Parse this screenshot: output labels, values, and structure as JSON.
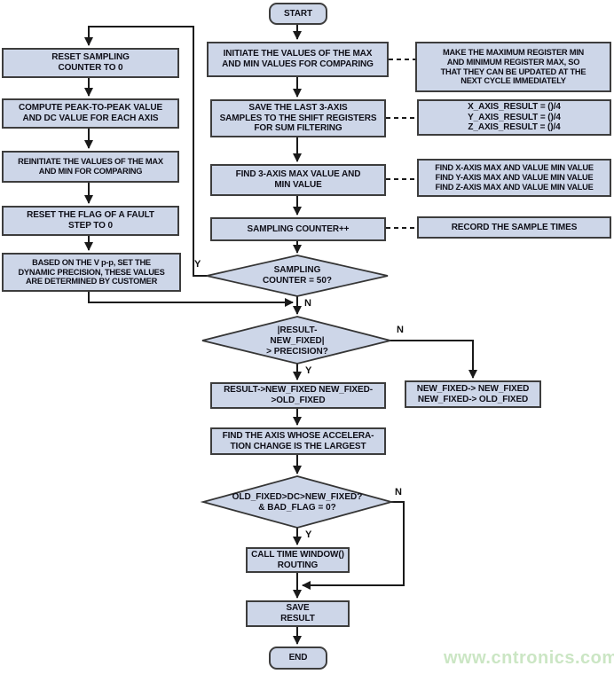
{
  "watermark": "www.cntronics.com",
  "branch_labels": {
    "yes": "Y",
    "no": "N"
  },
  "colors": {
    "node_fill": "#cdd6e8",
    "node_border": "#3d3d3d",
    "line": "#1a1a1a",
    "text": "#0f0f18",
    "watermark": "#cbe6c4"
  },
  "nodes": {
    "start": "START",
    "end": "END",
    "init_max_min": "INITIATE THE VALUES OF THE MAX\nAND MIN VALUES FOR COMPARING",
    "make_max_min": "MAKE THE MAXIMUM REGISTER MIN\nAND MINIMUM REGISTER MAX, SO\nTHAT THEY CAN BE UPDATED AT THE\nNEXT CYCLE IMMEDIATELY",
    "reset_sampling": "RESET SAMPLING\nCOUNTER TO 0",
    "compute_pp": "COMPUTE PEAK-TO-PEAK VALUE\nAND DC VALUE FOR EACH AXIS",
    "save_shift": "SAVE THE LAST 3-AXIS\nSAMPLES TO THE SHIFT REGISTERS\nFOR SUM FILTERING",
    "axis_result": "X_AXIS_RESULT = ()/4\nY_AXIS_RESULT = ()/4\nZ_AXIS_RESULT = ()/4",
    "reinitiate": "REINITIATE THE VALUES OF THE MAX\nAND MIN FOR COMPARING",
    "find_3axis": "FIND 3-AXIS MAX VALUE AND\nMIN VALUE",
    "find_xyz": "FIND X-AXIS MAX AND VALUE MIN VALUE\nFIND Y-AXIS MAX AND VALUE MIN VALUE\nFIND Z-AXIS MAX AND VALUE MIN VALUE",
    "reset_flag": "RESET THE FLAG OF A FAULT\nSTEP TO 0",
    "sampling_inc": "SAMPLING COUNTER++",
    "record_times": "RECORD THE SAMPLE TIMES",
    "based_vpp": "BASED ON THE V p-p, SET THE\nDYNAMIC PRECISION, THESE VALUES\nARE DETERMINED BY CUSTOMER",
    "d_sampling_50": "SAMPLING\nCOUNTER = 50?",
    "d_result_precision": "|RESULT-\nNEW_FIXED|\n> PRECISION?",
    "result_to_fixed": "RESULT->NEW_FIXED NEW_FIXED-\n>OLD_FIXED",
    "new_fixed_assign": "NEW_FIXED-> NEW_FIXED\nNEW_FIXED-> OLD_FIXED",
    "find_axis_largest": "FIND THE AXIS WHOSE ACCELERA-\nTION CHANGE IS THE LARGEST",
    "d_old_dc_new": "OLD_FIXED>DC>NEW_FIXED?\n& BAD_FLAG = 0?",
    "call_time_window": "CALL TIME WINDOW()\nROUTING",
    "save_result": "SAVE\nRESULT"
  }
}
